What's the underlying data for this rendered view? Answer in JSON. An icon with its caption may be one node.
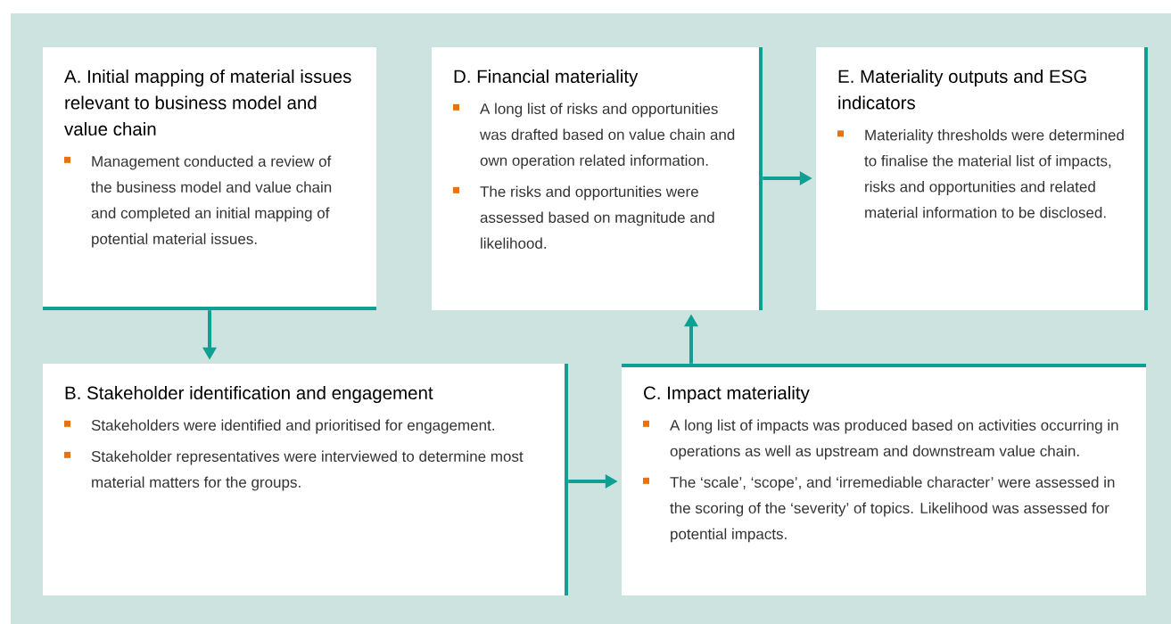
{
  "diagram": {
    "nodes": [
      {
        "text": [
          "A. Initial mapping of material issues relevant to business model and value chain",
          "Management conducted a review of the business model and value chain and completed an initial mapping of potential material issues."
        ]
      },
      {
        "text": [
          "D. Financial materiality",
          "A long list of risks and opportunities was drafted based on value chain and own operation related information.",
          "The risks and opportunities were assessed based on magnitude and likelihood."
        ]
      },
      {
        "text": [
          "E. Materiality outputs and ESG indicators",
          "Materiality thresholds were determined to finalise the material list of impacts, risks and opportunities and related material information to be disclosed."
        ]
      },
      {
        "text": [
          "B. Stakeholder identification and engagement",
          "Stakeholders were identified and prioritised for engagement.",
          "Stakeholder representatives were interviewed to determine most material matters for the groups."
        ]
      },
      {
        "text": [
          "C. Impact materiality",
          "A long list of impacts was produced based on activities occurring in operations as well as upstream and downstream value chain.",
          "The ‘scale’, ‘scope’, and ‘irremediable character’ were assessed in the scoring of the ‘severity’ of topics. Likelihood was assessed for potential impacts."
        ]
      }
    ],
    "edges": [
      {
        "from": 0,
        "to": 3,
        "arrow": "to"
      },
      {
        "from": 1,
        "to": 2,
        "arrow": "to"
      },
      {
        "from": 3,
        "to": 4,
        "arrow": "to"
      },
      {
        "from": 4,
        "to": 1,
        "arrow": "to"
      }
    ]
  }
}
